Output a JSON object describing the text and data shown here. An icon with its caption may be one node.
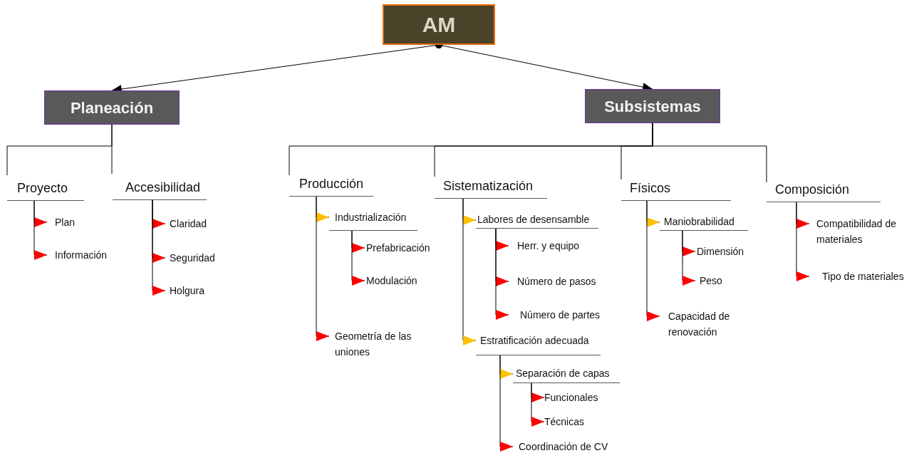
{
  "diagram": {
    "nodes": [
      {
        "text": [
          "AM"
        ]
      },
      {
        "text": [
          "Planeación"
        ]
      },
      {
        "text": [
          "Subsistemas"
        ]
      },
      {
        "text": [
          "Proyecto"
        ]
      },
      {
        "text": [
          "Plan"
        ]
      },
      {
        "text": [
          "Información"
        ]
      },
      {
        "text": [
          "Accesibilidad"
        ]
      },
      {
        "text": [
          "Claridad"
        ]
      },
      {
        "text": [
          "Seguridad"
        ]
      },
      {
        "text": [
          "Holgura"
        ]
      },
      {
        "text": [
          "Producción"
        ]
      },
      {
        "text": [
          "Industrialización"
        ]
      },
      {
        "text": [
          "Prefabricación"
        ]
      },
      {
        "text": [
          "Modulación"
        ]
      },
      {
        "text": [
          "Geometría de las uniones"
        ]
      },
      {
        "text": [
          "Sistematización"
        ]
      },
      {
        "text": [
          "Labores de desensamble"
        ]
      },
      {
        "text": [
          "Herr. y equipo"
        ]
      },
      {
        "text": [
          "Número de pasos"
        ]
      },
      {
        "text": [
          "Número de partes"
        ]
      },
      {
        "text": [
          "Estratificación adecuada"
        ]
      },
      {
        "text": [
          "Separación de capas"
        ]
      },
      {
        "text": [
          "Funcionales"
        ]
      },
      {
        "text": [
          "Técnicas"
        ]
      },
      {
        "text": [
          "Coordinación de CV"
        ]
      },
      {
        "text": [
          "Físicos"
        ]
      },
      {
        "text": [
          "Maniobrabilidad"
        ]
      },
      {
        "text": [
          "Dimensión"
        ]
      },
      {
        "text": [
          "Peso"
        ]
      },
      {
        "text": [
          "Capacidad de renovación"
        ]
      },
      {
        "text": [
          "Composición"
        ]
      },
      {
        "text": [
          "Compatibilidad de materiales"
        ]
      },
      {
        "text": [
          "Tipo de materiales"
        ]
      }
    ],
    "edges": [
      {
        "from": 0,
        "to": 1,
        "arrow": "to"
      },
      {
        "from": 0,
        "to": 2,
        "arrow": "to"
      },
      {
        "from": 1,
        "to": 3,
        "arrow": "none"
      },
      {
        "from": 1,
        "to": 6,
        "arrow": "none"
      },
      {
        "from": 2,
        "to": 10,
        "arrow": "none"
      },
      {
        "from": 2,
        "to": 15,
        "arrow": "none"
      },
      {
        "from": 2,
        "to": 25,
        "arrow": "none"
      },
      {
        "from": 2,
        "to": 30,
        "arrow": "none"
      },
      {
        "from": 3,
        "to": 4,
        "arrow": "to"
      },
      {
        "from": 3,
        "to": 5,
        "arrow": "to"
      },
      {
        "from": 6,
        "to": 7,
        "arrow": "to"
      },
      {
        "from": 6,
        "to": 8,
        "arrow": "to"
      },
      {
        "from": 6,
        "to": 9,
        "arrow": "to"
      },
      {
        "from": 10,
        "to": 11,
        "arrow": "to"
      },
      {
        "from": 11,
        "to": 12,
        "arrow": "to"
      },
      {
        "from": 11,
        "to": 13,
        "arrow": "to"
      },
      {
        "from": 10,
        "to": 14,
        "arrow": "to"
      },
      {
        "from": 15,
        "to": 16,
        "arrow": "to"
      },
      {
        "from": 16,
        "to": 17,
        "arrow": "to"
      },
      {
        "from": 16,
        "to": 18,
        "arrow": "to"
      },
      {
        "from": 16,
        "to": 19,
        "arrow": "to"
      },
      {
        "from": 15,
        "to": 20,
        "arrow": "to"
      },
      {
        "from": 20,
        "to": 21,
        "arrow": "to"
      },
      {
        "from": 21,
        "to": 22,
        "arrow": "to"
      },
      {
        "from": 21,
        "to": 23,
        "arrow": "to"
      },
      {
        "from": 20,
        "to": 24,
        "arrow": "to"
      },
      {
        "from": 25,
        "to": 26,
        "arrow": "to"
      },
      {
        "from": 26,
        "to": 27,
        "arrow": "to"
      },
      {
        "from": 26,
        "to": 28,
        "arrow": "to"
      },
      {
        "from": 25,
        "to": 29,
        "arrow": "to"
      },
      {
        "from": 30,
        "to": 31,
        "arrow": "to"
      },
      {
        "from": 30,
        "to": 32,
        "arrow": "to"
      }
    ]
  }
}
